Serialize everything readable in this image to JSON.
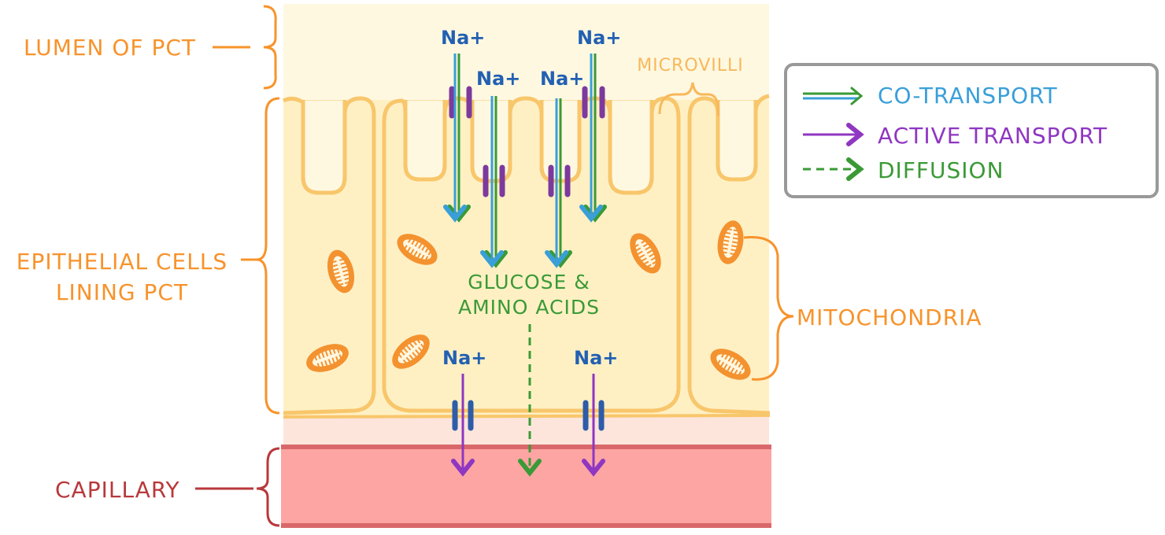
{
  "labels": {
    "lumen": "LUMEN OF PCT",
    "epithelial_line1": "EPITHELIAL CELLS",
    "epithelial_line2": "LINING PCT",
    "capillary": "CAPILLARY",
    "microvilli": "MICROVILLI",
    "mitochondria": "MITOCHONDRIA",
    "glucose_line1": "GLUCOSE &",
    "glucose_line2": "AMINO ACIDS",
    "sodium": "Na+"
  },
  "legend": {
    "items": [
      {
        "label": "CO-TRANSPORT",
        "color": "#3a9fd9"
      },
      {
        "label": "ACTIVE TRANSPORT",
        "color": "#8f36c2"
      },
      {
        "label": "DIFFUSION",
        "color": "#3a9a36"
      }
    ]
  },
  "colors": {
    "lumen": "#fff8e1",
    "cell": "#fff0c4",
    "cell_edge": "#f8c66b",
    "interstitial": "#fde5dc",
    "capillary": "#fca5a3",
    "capillary_edge": "#d9686a",
    "mitochondria": "#f3922f",
    "channel_active": "#2f5ca8",
    "channel_cotransport": "#7c3a9e"
  }
}
